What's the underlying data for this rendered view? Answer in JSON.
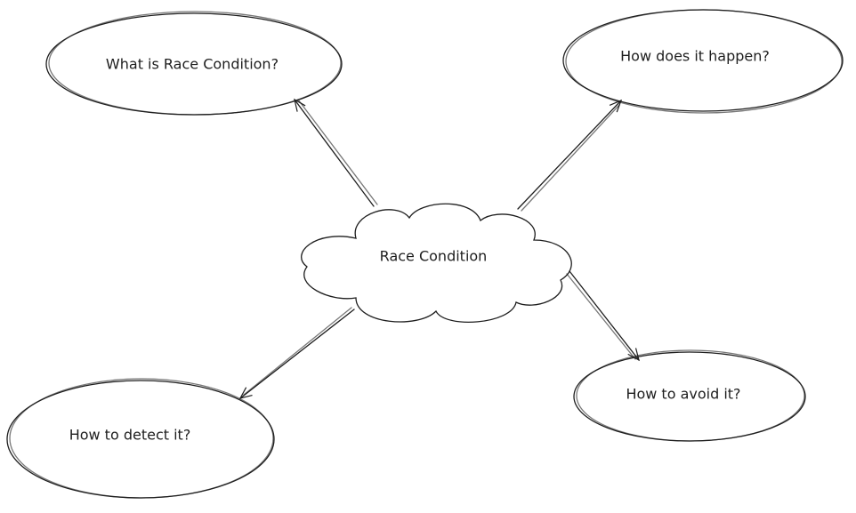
{
  "diagram": {
    "center": {
      "label": "Race Condition"
    },
    "nodes": [
      {
        "id": "what",
        "label": "What is Race Condition?"
      },
      {
        "id": "how",
        "label": "How does it happen?"
      },
      {
        "id": "avoid",
        "label": "How to avoid it?"
      },
      {
        "id": "detect",
        "label": "How to detect it?"
      }
    ],
    "edges": [
      {
        "from": "Race Condition",
        "to": "What is Race Condition?"
      },
      {
        "from": "Race Condition",
        "to": "How does it happen?"
      },
      {
        "from": "Race Condition",
        "to": "How to avoid it?"
      },
      {
        "from": "Race Condition",
        "to": "How to detect it?"
      }
    ],
    "stroke_color": "#1e1e1e"
  }
}
